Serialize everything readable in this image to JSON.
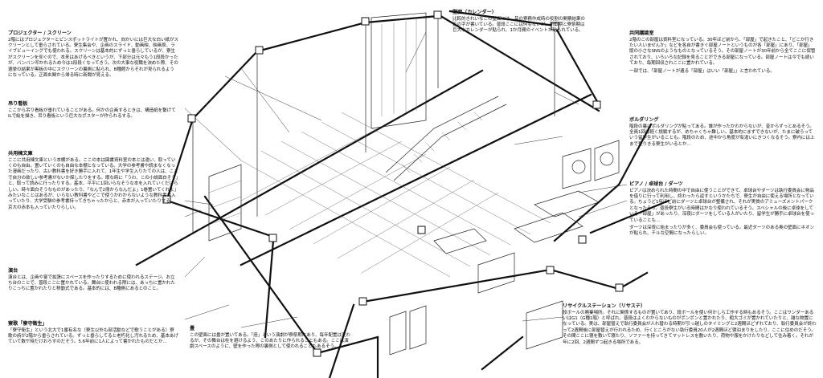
{
  "annotations": {
    "projector": {
      "title": "プロジェクター / スクリーン",
      "body": "2階にはプロジェクターとピンスポットライトが置かれ、向かいには巨大な白い紙がスクリーンとして垂らされている。寮生集会や、企画のスライド、動画映、映画祭、ライブビューイングでも使われる。スクリーンは基本的にずっと垂らしているが、寮生がスクリーンを仰ぐので、本来はあげるべきというが、下部分は元々もう1段段かったが、バンバン叩かれるため今は1段段くなってきう。次の大事な役職を決めた際、その選挙の結果が黒板の中にスクリーンの裏側に貼られ、B種館からそれが見られるようになっている。正面玄関から帰る時に新聞が見える。"
    },
    "hanging_sign": {
      "title": "吊り看板",
      "body": "ここから吊り看板が垂れていることがある。何かの企画するときは、構造紙を繋げてILで絵を描き、吊り看板という巨大なポスターが作られるする。"
    },
    "bookshelf": {
      "title": "共用棟文庫",
      "body": "ここに共用棟文庫という本棚がある。ここの本は図書資料室の本とは違い、取っていくのも自由。置いていくのも自由な本棚となっている。大学の参考書や読まなくなった漫画だったり、古い教科書を好き勝手に入れて、1年生や学生入りたての人は、ここで自分の欲しい参考書がないか探したりをする。暇な時に「うわ、この小説面白そう」と、取って読みに行ったりする。基本、平平に1回いらなそうな本を入れていくだけらしい。時々面白そうなものがあったり、「なんで2冊からなんだよ」1巻置いてくれよ」みたいなことはあるが、いらない教科書やどこで使うかわからないような教科書が入っていたり、大学受験の参考書持ってきちゃったからと、赤本が入っていたりする。京大の赤本も入っていたりらしい。"
    },
    "stage": {
      "title": "演台",
      "body": "演台とは、企画や宴で拡張にスペースを作ったりするために使われるステージ。お立ち台のことで、普段ここに置かれている。舞台に使われる際には、あっちに置かれたりこっちに置かれたりと移動式である。基本的には、B種側にあるとのこと。"
    },
    "scarecrow": {
      "title": "寮歌「寮守衛生」",
      "body": "「寮守衛生」という北大で1番有名な（寮生以外も部活動などで歌うことがある）寮歌の詩が2階から垂らされている。ずっと垂らしてると老朽化し汚れるため、基本あげていて数ケ時だけおろすのだそう。5.6年前に1人によって書かれたものだとか…"
    },
    "calendar": {
      "title": "壁面（カレンダー）",
      "body": "比較的きれいなこの壁面には、昔の寮務作成時の役割の開票結果の正の字が書いている。普段ここには何もないが、新歓期と寮祭期は巨大なカレンダーが貼られ、1か月間のイベントが貼られている。"
    },
    "meeting_room": {
      "title": "共同議論室",
      "body": "2階のこの部屋は資料室になっている。30年ほど前から、「部屋」で起きたこと、「どこか行きたい人いませんか」などを各自が書きぐ部屋ノートというものが各「部屋」にあり、「部屋」版の小さなSNSのようなものとなっているそう。その部屋ノートが30年前から全てここに保管されており、いろいろな記録を見ることができる部屋になっている。部屋ノートは今でも続いており、毎期回収されここに置かれている。",
      "tail": "一部では、「部屋ノートが遺る「部屋」はいい「部屋」」と言われている。"
    },
    "bouldering": {
      "title": "ボルダリング",
      "body": "階段の裏にボルダリングが貼ってある。誰が作ったかわからないが、昔からずっとあるそう。全員1回は軽く挑戦するが、めちゃくちゃ難しい。基本的にまずできないが、たまに破ろっていう留学生がいることも。階段のため、途中から角度が有違いにきつくなるそう。寮内には上まで登りきる寮生がいるとか…"
    },
    "piano": {
      "title": "ピアノ / 卓球台 / ダーツ",
      "body": "ピアノは決められた時間の中で自由に使うことができて、卓球台やダーツは執行委員会に物品を借りに行って利用し、終わったら返すというかたちで、寮生が自由に使える場所となっている。ちょうど1年ほど前にダーツと卓球台が整備され、それが実質のアミューズメントパークとなったそう。普段寮生がいる時間はかなり使われているそう。スペシャルの後に卓球をしている「部屋」があったり、深夜にダーツをしている人がいたり、留学生が勝手に卓球台を使っていることも…",
      "tail": "ダーツは深夜に始まったりが多く、委員会も使っている。最近ダーツのある奥の壁面にネオンが貼られ、チルな空間になったらしい。"
    },
    "recycle": {
      "title": "リサイクルステーション（リサステ）",
      "body": "段ボールの廃棄場所。それに関係するものが置いてあり、段ボールを使い何かしら工作する時もあるそう。ここはワンダーあるいはG1（G種1階）と呼ばれ、普段はよくわからないものがポンポンと置かれたり、粗大ゴミが置かれていたりと、雑な物置になっている。実は、部屋替えで執行委員会が人れ替わる時期が引っ越しのタイミングと2週間ほどずれており、執行委員会が終わって2週間後に部屋替えが行われるため、行くところがない執行委員20人が2週間ほど寝泊まりをしたり、ここに住めのだそう。その間ここに寝を敷いて寝たり、ソファーを持ってきてマットレスを敷いたり、荷物や服をかけたりなどして住み着く。それが年に2回、2週間ずつ起きる場所である。"
    },
    "wall_board": {
      "title": "畳",
      "body": "この壁面には畳が置いてある。「座」という演劇が寮祭期にあり、毎年配置は変わるが、その舞台は柱を避けるよう、このあたりに作られることもある。ここは演劇スペースのように、壁を作った際の裏側として使われることもあるそう。"
    }
  }
}
